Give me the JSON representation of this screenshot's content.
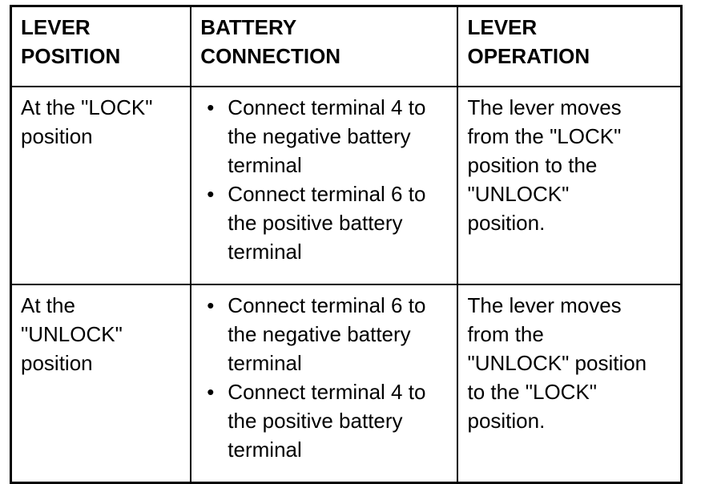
{
  "table": {
    "columns": [
      {
        "id": "lever-position",
        "header": "LEVER\nPOSITION"
      },
      {
        "id": "battery-connection",
        "header": "BATTERY\nCONNECTION"
      },
      {
        "id": "lever-operation",
        "header": "LEVER\nOPERATION"
      }
    ],
    "rows": [
      {
        "lever_position": "At the \"LOCK\"\nposition",
        "battery_connection": [
          "Connect terminal 4\nto the negative\nbattery terminal",
          "Connect terminal 6\nto the positive\nbattery terminal"
        ],
        "lever_operation": "The lever moves\nfrom the \"LOCK\"\nposition to the\n\"UNLOCK\"\nposition."
      },
      {
        "lever_position": "At the\n\"UNLOCK\"\nposition",
        "battery_connection": [
          "Connect terminal 6\nto the negative\nbattery terminal",
          "Connect terminal 4\nto the positive\nbattery terminal"
        ],
        "lever_operation": "The lever moves\nfrom the\n\"UNLOCK\" position\nto the \"LOCK\"\nposition."
      }
    ],
    "bullet_glyph": "•",
    "colors": {
      "border": "#000000",
      "text": "#000000",
      "background": "#ffffff"
    }
  }
}
